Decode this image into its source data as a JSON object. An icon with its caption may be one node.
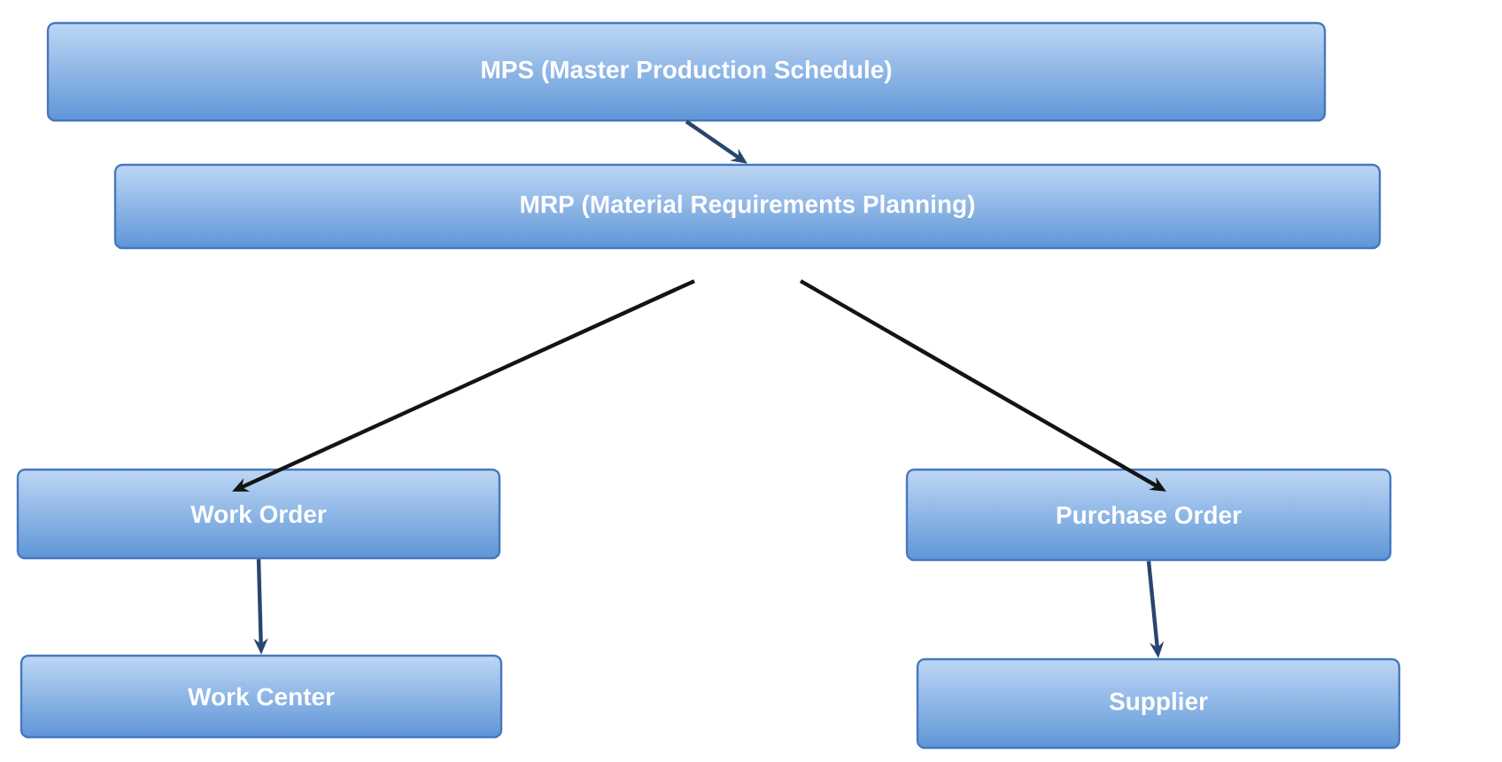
{
  "diagram": {
    "nodes": [
      {
        "text": [
          "MPS (Master Production Schedule)"
        ]
      },
      {
        "text": [
          "MRP (Material Requirements Planning)"
        ]
      },
      {
        "text": [
          "Work Order"
        ]
      },
      {
        "text": [
          "Work Center"
        ]
      },
      {
        "text": [
          "Purchase Order"
        ]
      },
      {
        "text": [
          "Supplier"
        ]
      }
    ],
    "edges": [
      {
        "from": 0,
        "to": 1,
        "arrow": "to"
      },
      {
        "from": 1,
        "to": 2,
        "arrow": "to"
      },
      {
        "from": 1,
        "to": 4,
        "arrow": "to"
      },
      {
        "from": 2,
        "to": 3,
        "arrow": "to"
      },
      {
        "from": 4,
        "to": 5,
        "arrow": "to"
      }
    ]
  }
}
